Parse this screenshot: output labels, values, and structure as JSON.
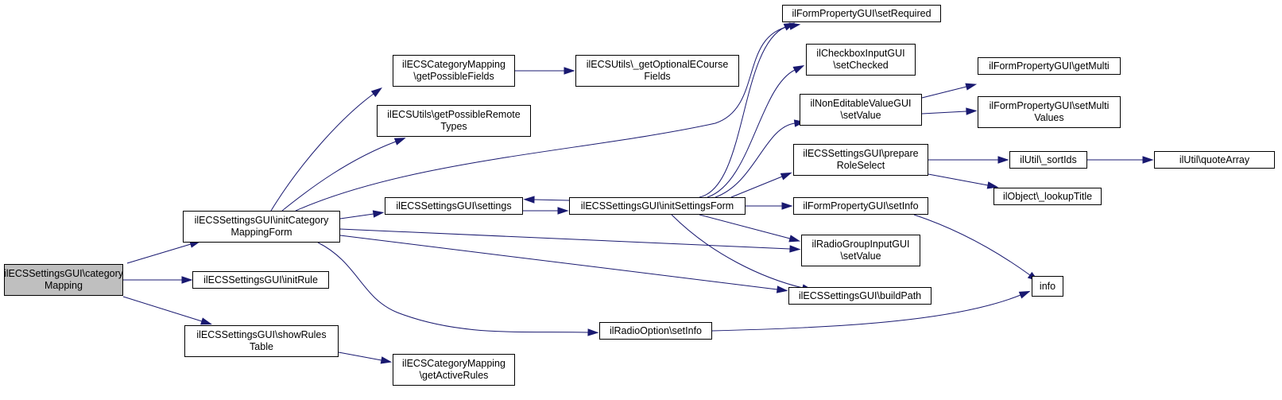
{
  "graph": {
    "edge_color": "#191970",
    "root_fill": "#bfbfbf",
    "node_fill": "#ffffff",
    "nodes": [
      {
        "id": "categoryMapping",
        "lines": [
          "ilECSSettingsGUI\\category",
          "Mapping"
        ],
        "root": true
      },
      {
        "id": "initCategoryMappingForm",
        "lines": [
          "ilECSSettingsGUI\\initCategory",
          "MappingForm"
        ]
      },
      {
        "id": "initRule",
        "lines": [
          "ilECSSettingsGUI\\initRule"
        ]
      },
      {
        "id": "showRulesTable",
        "lines": [
          "ilECSSettingsGUI\\showRules",
          "Table"
        ]
      },
      {
        "id": "getPossibleFields",
        "lines": [
          "ilECSCategoryMapping",
          "\\getPossibleFields"
        ]
      },
      {
        "id": "getPossibleRemoteTypes",
        "lines": [
          "ilECSUtils\\getPossibleRemote",
          "Types"
        ]
      },
      {
        "id": "settings",
        "lines": [
          "ilECSSettingsGUI\\settings"
        ]
      },
      {
        "id": "getActiveRules",
        "lines": [
          "ilECSCategoryMapping",
          "\\getActiveRules"
        ]
      },
      {
        "id": "getOptionalECourseFields",
        "lines": [
          "ilECSUtils\\_getOptionalECourse",
          "Fields"
        ]
      },
      {
        "id": "initSettingsForm",
        "lines": [
          "ilECSSettingsGUI\\initSettingsForm"
        ]
      },
      {
        "id": "radioSetInfo",
        "lines": [
          "ilRadioOption\\setInfo"
        ]
      },
      {
        "id": "setRequired",
        "lines": [
          "ilFormPropertyGUI\\setRequired"
        ]
      },
      {
        "id": "setChecked",
        "lines": [
          "ilCheckboxInputGUI",
          "\\setChecked"
        ]
      },
      {
        "id": "nonEditableSetValue",
        "lines": [
          "ilNonEditableValueGUI",
          "\\setValue"
        ]
      },
      {
        "id": "prepareRoleSelect",
        "lines": [
          "ilECSSettingsGUI\\prepare",
          "RoleSelect"
        ]
      },
      {
        "id": "formSetInfo",
        "lines": [
          "ilFormPropertyGUI\\setInfo"
        ]
      },
      {
        "id": "radioGroupSetValue",
        "lines": [
          "ilRadioGroupInputGUI",
          "\\setValue"
        ]
      },
      {
        "id": "buildPath",
        "lines": [
          "ilECSSettingsGUI\\buildPath"
        ]
      },
      {
        "id": "getMulti",
        "lines": [
          "ilFormPropertyGUI\\getMulti"
        ]
      },
      {
        "id": "setMultiValues",
        "lines": [
          "ilFormPropertyGUI\\setMulti",
          "Values"
        ]
      },
      {
        "id": "sortIds",
        "lines": [
          "ilUtil\\_sortIds"
        ]
      },
      {
        "id": "lookupTitle",
        "lines": [
          "ilObject\\_lookupTitle"
        ]
      },
      {
        "id": "quoteArray",
        "lines": [
          "ilUtil\\quoteArray"
        ]
      },
      {
        "id": "info",
        "lines": [
          "info"
        ]
      }
    ],
    "edges": [
      {
        "from": "categoryMapping",
        "to": "initCategoryMappingForm"
      },
      {
        "from": "categoryMapping",
        "to": "initRule"
      },
      {
        "from": "categoryMapping",
        "to": "showRulesTable"
      },
      {
        "from": "initCategoryMappingForm",
        "to": "getPossibleFields"
      },
      {
        "from": "initCategoryMappingForm",
        "to": "getPossibleRemoteTypes"
      },
      {
        "from": "initCategoryMappingForm",
        "to": "settings"
      },
      {
        "from": "initCategoryMappingForm",
        "to": "setRequired"
      },
      {
        "from": "initCategoryMappingForm",
        "to": "radioSetInfo"
      },
      {
        "from": "initCategoryMappingForm",
        "to": "radioGroupSetValue"
      },
      {
        "from": "initCategoryMappingForm",
        "to": "buildPath"
      },
      {
        "from": "showRulesTable",
        "to": "getActiveRules"
      },
      {
        "from": "getPossibleFields",
        "to": "getOptionalECourseFields"
      },
      {
        "from": "settings",
        "to": "initSettingsForm"
      },
      {
        "from": "initSettingsForm",
        "to": "settings"
      },
      {
        "from": "initSettingsForm",
        "to": "setRequired"
      },
      {
        "from": "initSettingsForm",
        "to": "setChecked"
      },
      {
        "from": "initSettingsForm",
        "to": "nonEditableSetValue"
      },
      {
        "from": "initSettingsForm",
        "to": "prepareRoleSelect"
      },
      {
        "from": "initSettingsForm",
        "to": "formSetInfo"
      },
      {
        "from": "initSettingsForm",
        "to": "radioGroupSetValue"
      },
      {
        "from": "initSettingsForm",
        "to": "buildPath"
      },
      {
        "from": "nonEditableSetValue",
        "to": "getMulti"
      },
      {
        "from": "nonEditableSetValue",
        "to": "setMultiValues"
      },
      {
        "from": "prepareRoleSelect",
        "to": "sortIds"
      },
      {
        "from": "prepareRoleSelect",
        "to": "lookupTitle"
      },
      {
        "from": "sortIds",
        "to": "quoteArray"
      },
      {
        "from": "formSetInfo",
        "to": "info"
      },
      {
        "from": "radioSetInfo",
        "to": "info"
      }
    ]
  }
}
